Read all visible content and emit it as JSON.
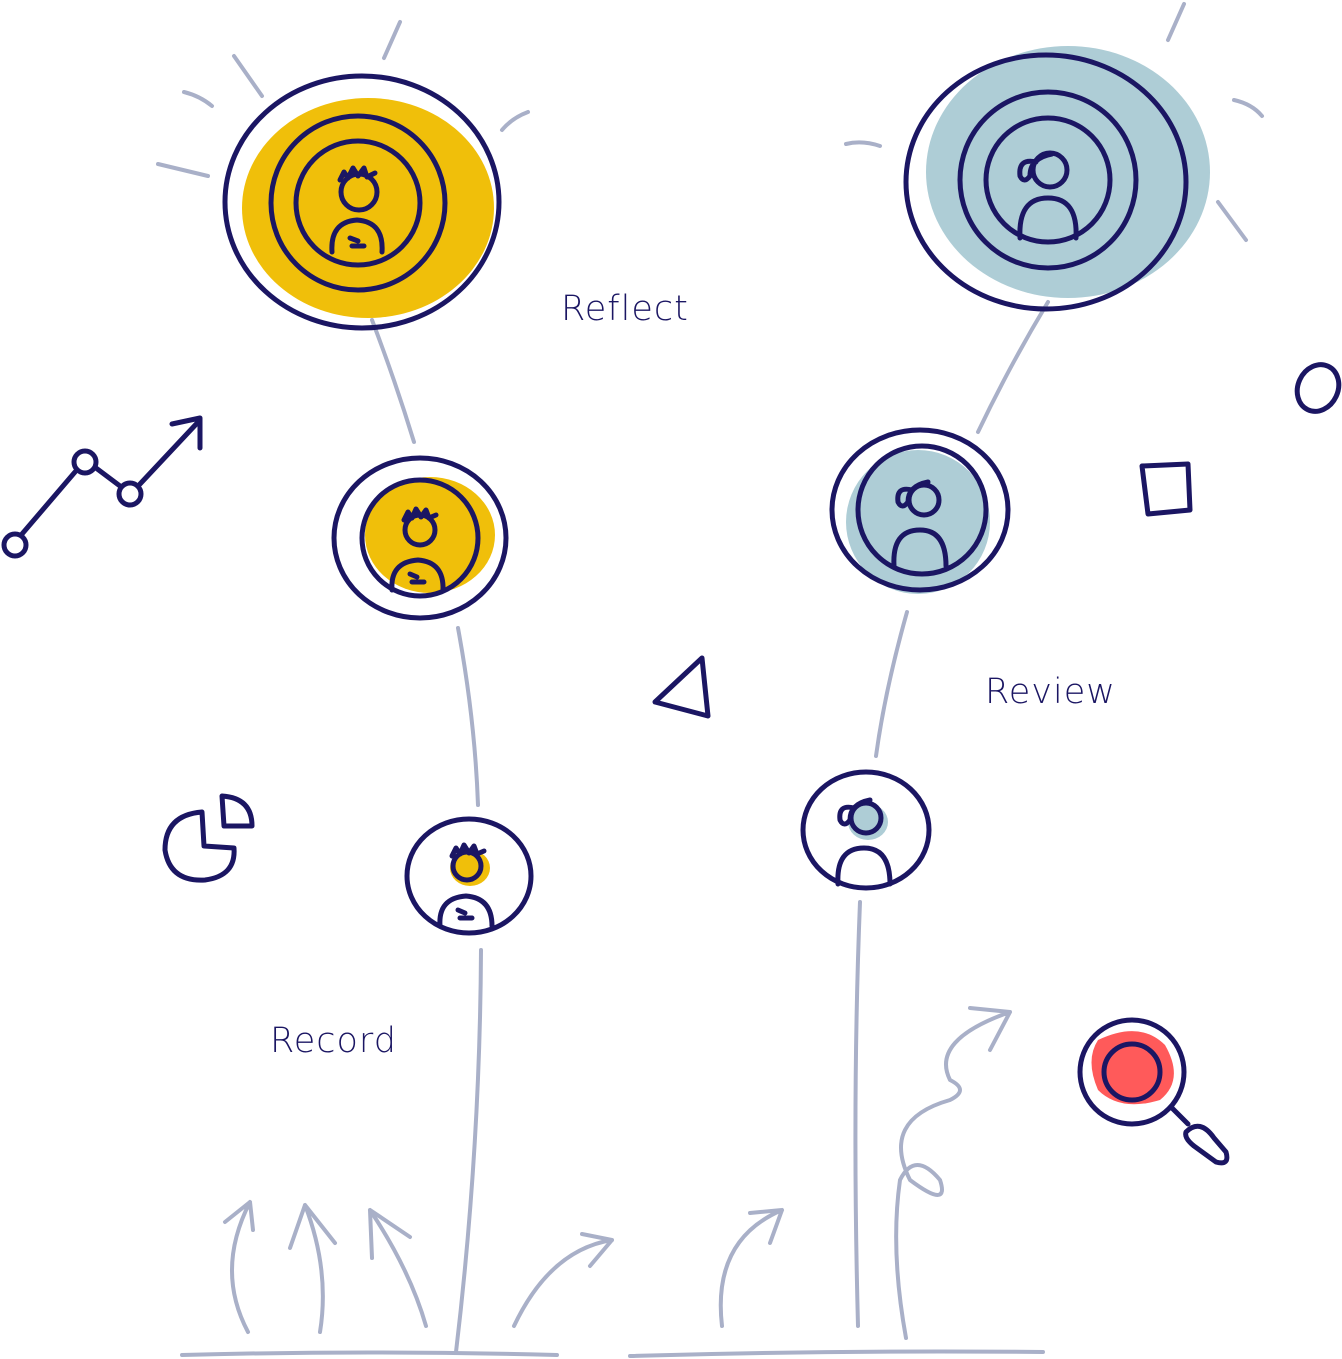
{
  "labels": {
    "reflect": "Reflect",
    "review": "Review",
    "record": "Record"
  },
  "colors": {
    "navy": "#1b1663",
    "yellow": "#f0bf0a",
    "blue": "#aecdd6",
    "grey": "#a9b0c8",
    "red": "#ff5a5a"
  }
}
